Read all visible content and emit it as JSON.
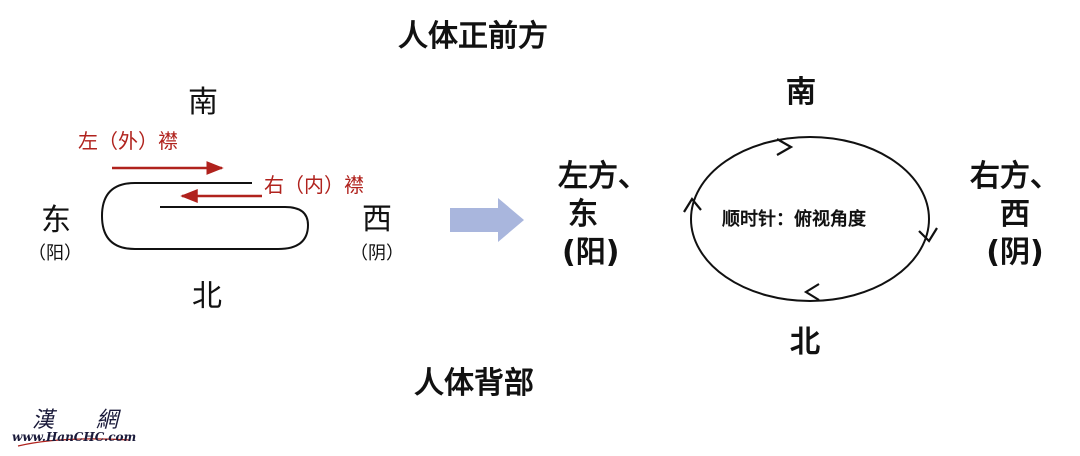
{
  "titles": {
    "front": "人体正前方",
    "back": "人体背部"
  },
  "left_diagram": {
    "south": "南",
    "north": "北",
    "east": "东",
    "east_sub": "（阳）",
    "west": "西",
    "west_sub": "（阴）",
    "left_lapel": "左（外）襟",
    "right_lapel": "右（内）襟"
  },
  "right_diagram": {
    "south": "南",
    "north": "北",
    "left_label_1": "左方、",
    "left_label_2": "东",
    "left_label_3": "(阳)",
    "right_label_1": "右方、",
    "right_label_2": "西",
    "right_label_3": "(阴)",
    "center_text": "顺时针：俯视角度"
  },
  "watermark": {
    "text_1": "漢",
    "text_2": "網",
    "url": "www.HanCHC.com"
  },
  "colors": {
    "lapel_arrow": "#b0221d",
    "transition_arrow": "#a9b6dd",
    "line": "#111111"
  }
}
